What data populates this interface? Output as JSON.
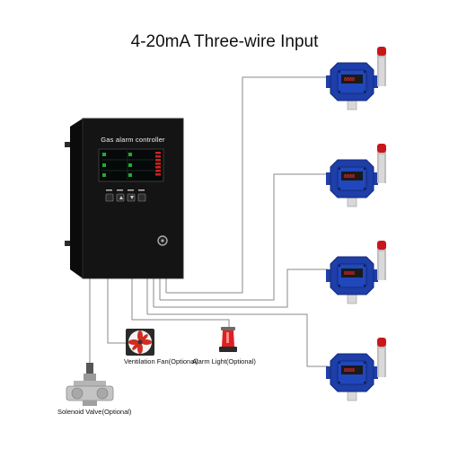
{
  "title": "4-20mA Three-wire Input",
  "controller": {
    "name": "Gas alarm controller"
  },
  "outputs": {
    "fan": "Ventilation Fan(Optional)",
    "light": "Alarm Light(Optional)",
    "valve": "Solenoid Valve(Optional)"
  },
  "detector_readout": "8888",
  "colors": {
    "cabinet": "#141414",
    "detector": "#1e3ea8",
    "beacon": "#c8161b",
    "wire": "#8a8a8a",
    "fan_blade": "#d22b20"
  }
}
